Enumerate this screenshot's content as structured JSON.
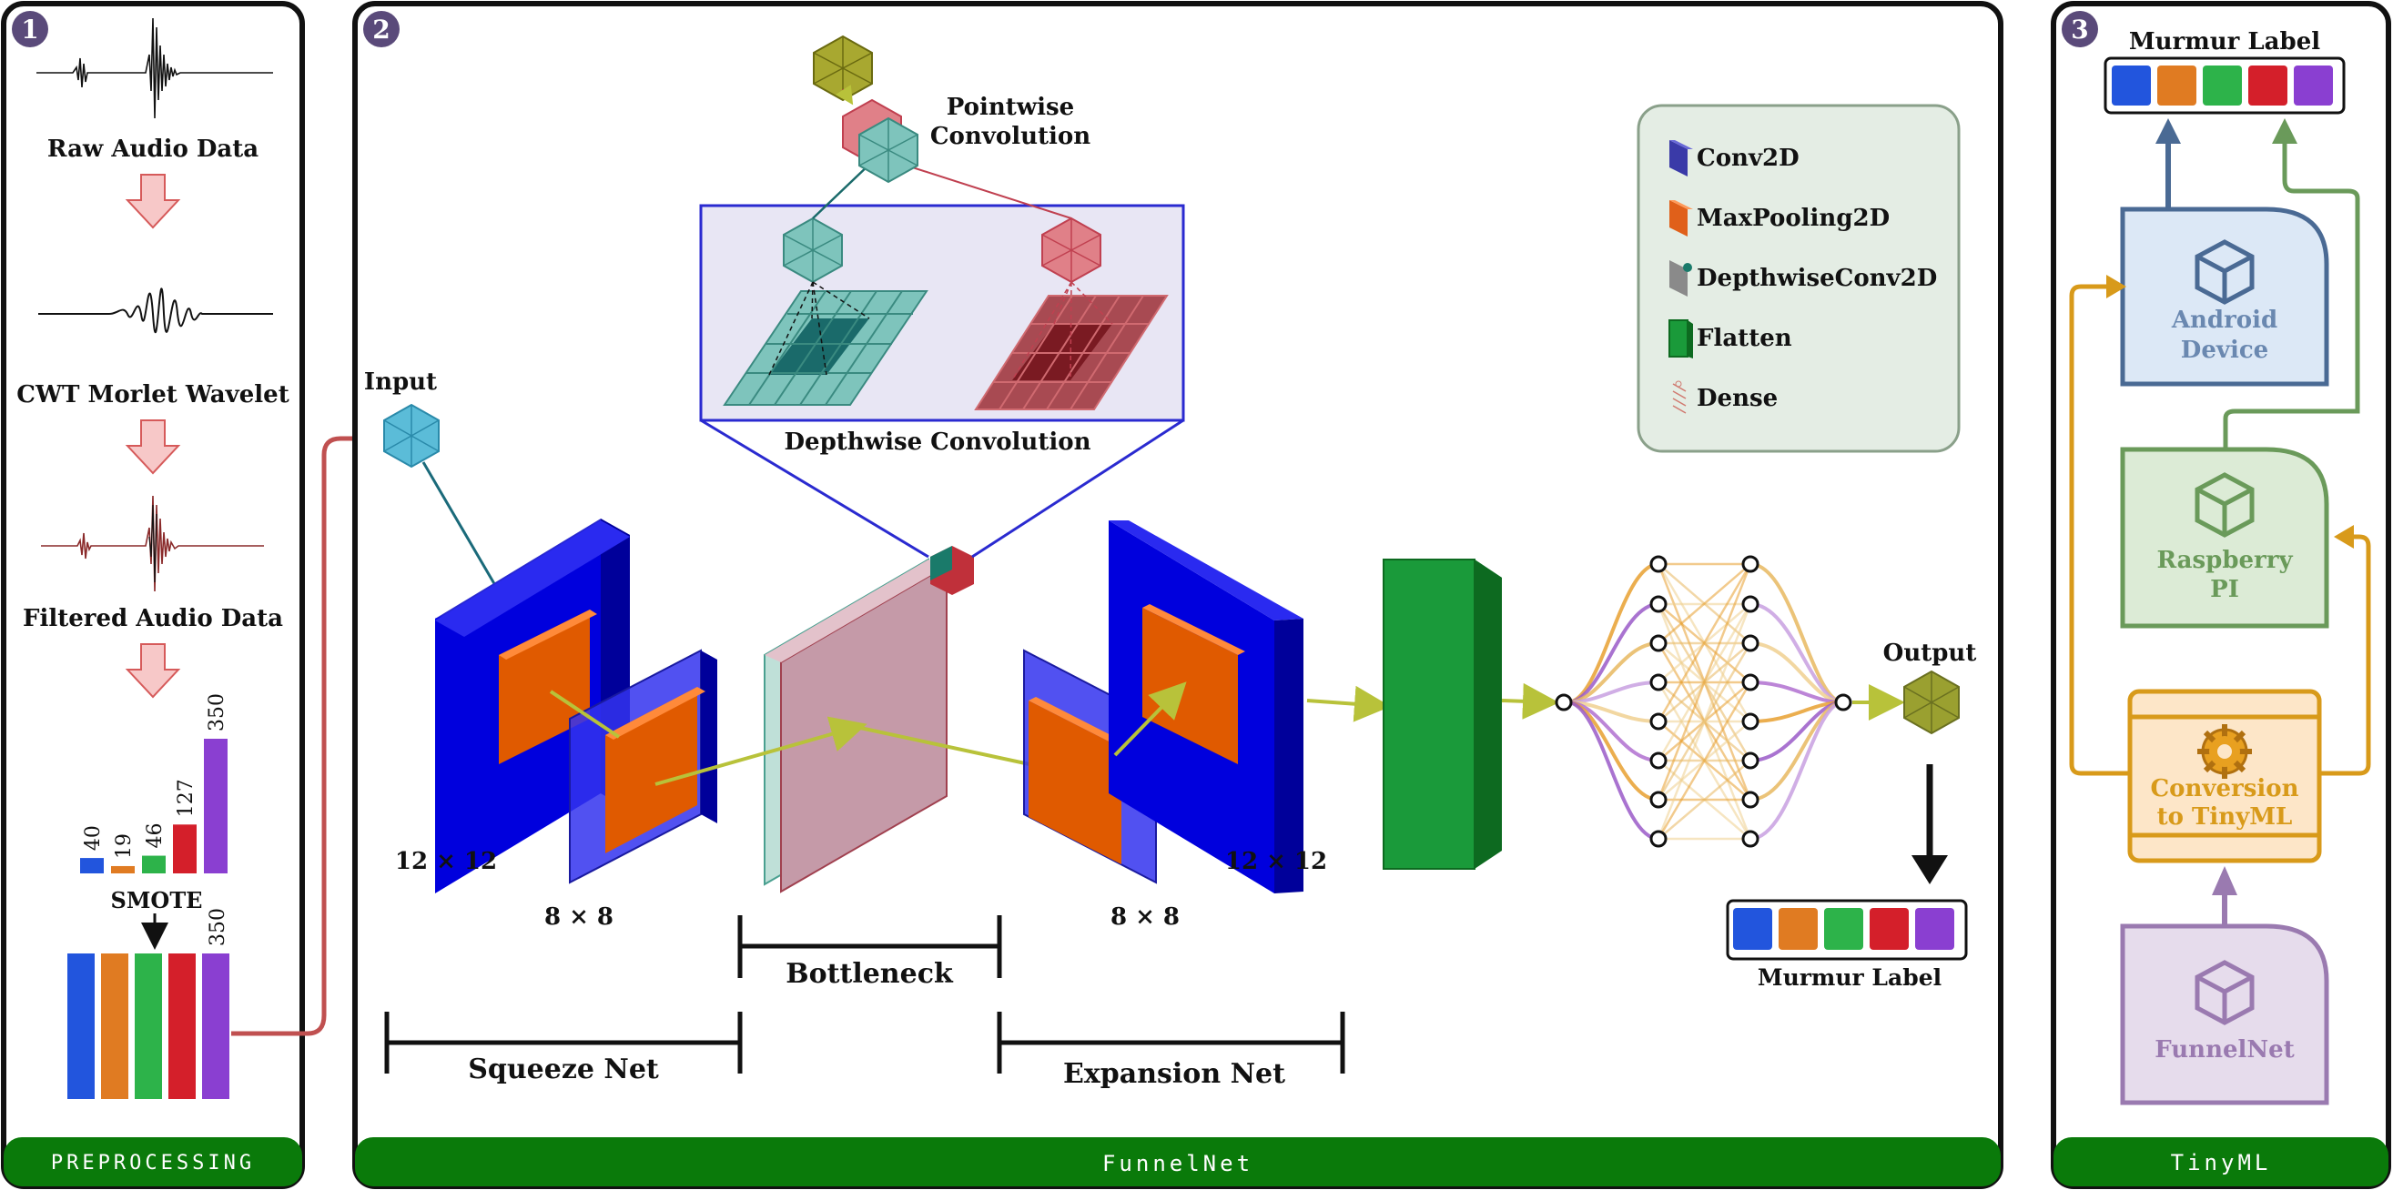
{
  "panels": {
    "preprocessing": {
      "number": "1",
      "footer": "PREPROCESSING",
      "raw_audio_label": "Raw Audio Data",
      "cwt_label": "CWT Morlet Wavelet",
      "filtered_label": "Filtered Audio Data",
      "smote_label": "SMOTE"
    },
    "funnelnet": {
      "number": "2",
      "footer": "FunnelNet",
      "input_label": "Input",
      "output_label": "Output",
      "pointwise_label_line1": "Pointwise",
      "pointwise_label_line2": "Convolution",
      "depthwise_label": "Depthwise Convolution",
      "size_12_left": "12 × 12",
      "size_8_left": "8 × 8",
      "size_8_right": "8 × 8",
      "size_12_right": "12 × 12",
      "bottleneck_label": "Bottleneck",
      "squeeze_label": "Squeeze Net",
      "expansion_label": "Expansion Net",
      "murmur_label": "Murmur Label"
    },
    "tinyml": {
      "number": "3",
      "footer": "TinyML",
      "murmur_label": "Murmur Label",
      "android_line1": "Android",
      "android_line2": "Device",
      "rpi_line1": "Raspberry",
      "rpi_line2": "PI",
      "conversion_line1": "Conversion",
      "conversion_line2": "to TinyML",
      "funnelnet_label": "FunnelNet"
    }
  },
  "legend": {
    "items": [
      {
        "label": "Conv2D",
        "icon": "conv2d-icon",
        "color": "#3a3aa8"
      },
      {
        "label": "MaxPooling2D",
        "icon": "maxpool-icon",
        "color": "#e0601a"
      },
      {
        "label": "DepthwiseConv2D",
        "icon": "depthwise-icon",
        "color": "#8a8a8a"
      },
      {
        "label": "Flatten",
        "icon": "flatten-icon",
        "color": "#1a9a3a"
      },
      {
        "label": "Dense",
        "icon": "dense-icon",
        "color": "#d07a70"
      }
    ]
  },
  "chart_data": {
    "type": "bar",
    "before_smote": {
      "values": [
        40,
        19,
        46,
        127,
        350
      ],
      "value_labels": [
        "40",
        "19",
        "46",
        "127",
        "350"
      ]
    },
    "after_smote": {
      "values": [
        350,
        350,
        350,
        350,
        350
      ],
      "value_labels": [
        "350"
      ]
    },
    "colors": [
      "#2255dd",
      "#e07b22",
      "#2db34a",
      "#d41f2a",
      "#8a3fd1"
    ]
  },
  "label_colors": [
    "#2255dd",
    "#e07b22",
    "#2db34a",
    "#d41f2a",
    "#8a3fd1"
  ],
  "theme": {
    "footer_green": "#0a7a0a",
    "panel_border": "#111111",
    "badge_purple": "#5a4a7a",
    "conv_blue": "#0000cc",
    "pool_orange": "#e05a00",
    "flatten_green": "#1a9a3a",
    "android_blue": "#dce8f6",
    "rpi_green": "#dcebd6",
    "conversion_orange": "#fde6c8",
    "funnelnet_purple": "#e6dcec"
  }
}
